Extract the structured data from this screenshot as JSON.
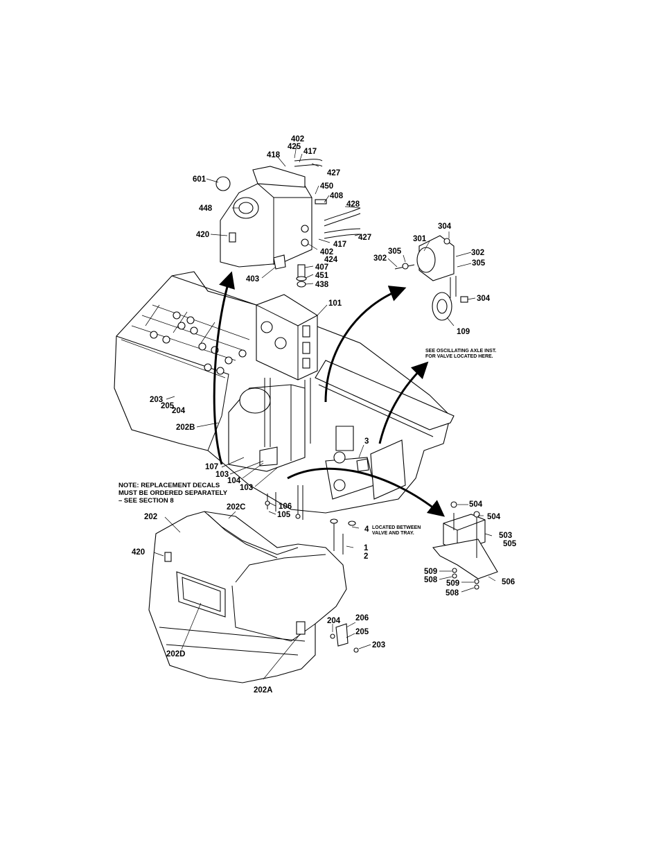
{
  "callouts": {
    "c402a": "402",
    "c425": "425",
    "c418": "418",
    "c417a": "417",
    "c427a": "427",
    "c601": "601",
    "c450": "450",
    "c408": "408",
    "c448": "448",
    "c428": "428",
    "c420a": "420",
    "c427b": "427",
    "c417b": "417",
    "c402b": "402",
    "c424": "424",
    "c407": "407",
    "c451": "451",
    "c403": "403",
    "c438": "438",
    "c304a": "304",
    "c301": "301",
    "c305a": "305",
    "c302a": "302",
    "c302b": "302",
    "c305b": "305",
    "c304b": "304",
    "c109": "109",
    "c101": "101",
    "c203a": "203",
    "c205a": "205",
    "c204a": "204",
    "c202b": "202B",
    "c3": "3",
    "c107": "107",
    "c103a": "103",
    "c104": "104",
    "c103b": "103",
    "c106": "106",
    "c105": "105",
    "c4": "4",
    "c1": "1",
    "c2": "2",
    "c504a": "504",
    "c504b": "504",
    "c503": "503",
    "c505": "505",
    "c509a": "509",
    "c508a": "508",
    "c509b": "509",
    "c508b": "508",
    "c506": "506",
    "c202": "202",
    "c202c": "202C",
    "c420b": "420",
    "c202d": "202D",
    "c202a": "202A",
    "c204b": "204",
    "c206": "206",
    "c205b": "205",
    "c203b": "203"
  },
  "notes": {
    "oscillating_1": "SEE OSCILLATING AXLE INST.",
    "oscillating_2": "FOR VALVE LOCATED HERE.",
    "decals_1": "NOTE:  REPLACEMENT DECALS",
    "decals_2": "MUST BE ORDERED SEPARATELY",
    "decals_3": "– SEE SECTION 8",
    "located_1": "LOCATED BETWEEN",
    "located_2": "VALVE AND TRAY."
  }
}
